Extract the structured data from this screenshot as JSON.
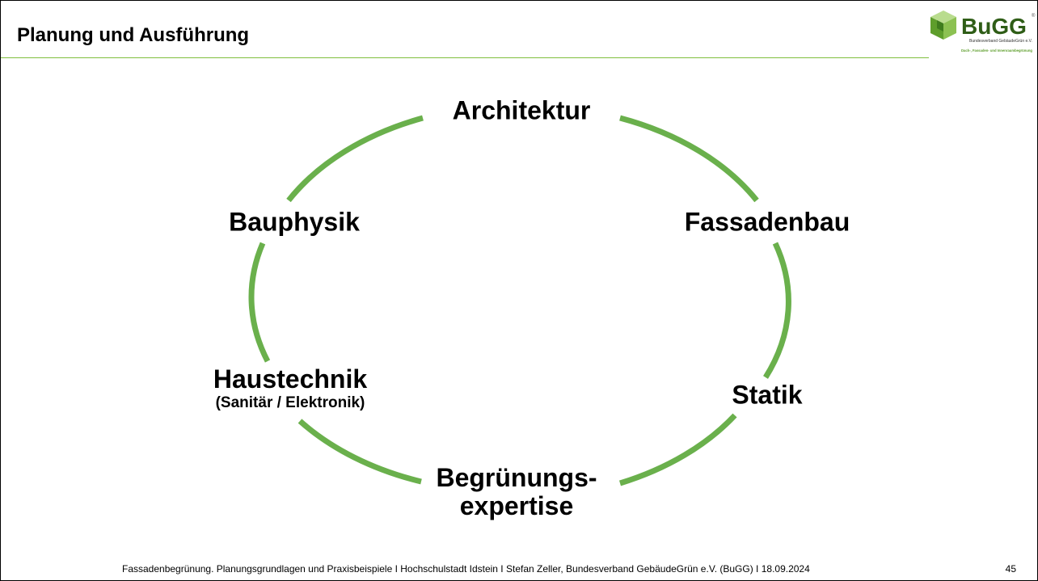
{
  "slide": {
    "title": "Planung und Ausführung",
    "logo": {
      "text": "BuGG",
      "subtitle": "Bundesverband GebäudeGrün e.V.",
      "tagline": "Dach-, Fassaden- und Innenraumbegrünung",
      "icon": "green-cube-icon"
    },
    "cycle": {
      "color": "#6ab04c",
      "items": [
        {
          "label": "Architektur"
        },
        {
          "label": "Fassadenbau"
        },
        {
          "label": "Statik"
        },
        {
          "label": "Begrünungs-",
          "label2": "expertise"
        },
        {
          "label": "Haustechnik",
          "sublabel": "(Sanitär / Elektronik)"
        },
        {
          "label": "Bauphysik"
        }
      ]
    },
    "footer": {
      "text": "Fassadenbegrünung. Planungsgrundlagen und Praxisbeispiele  I  Hochschulstadt Idstein  I  Stefan Zeller, Bundesverband GebäudeGrün e.V. (BuGG)  I  18.09.2024",
      "page_number": "45"
    }
  }
}
